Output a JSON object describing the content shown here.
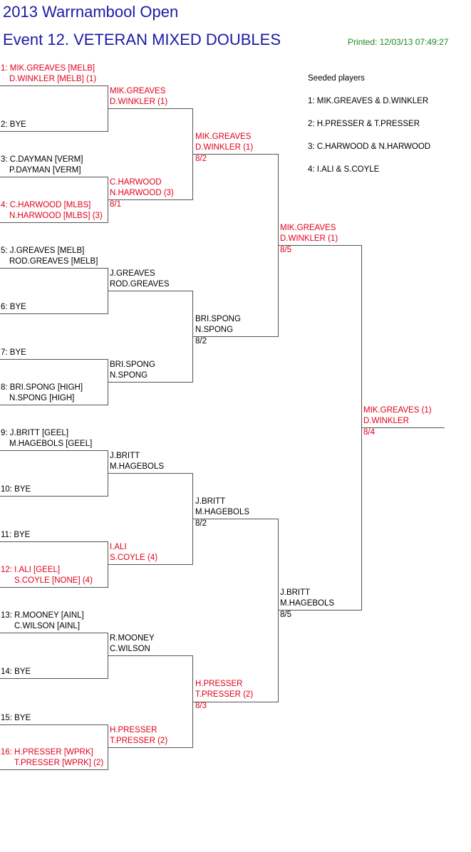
{
  "header": {
    "title": "2013 Warrnambool Open",
    "event": "Event 12. VETERAN MIXED DOUBLES",
    "printed": "Printed: 12/03/13 07:49:27"
  },
  "seeded": {
    "heading": "Seeded players",
    "list": [
      "1: MIK.GREAVES & D.WINKLER",
      "2: H.PRESSER & T.PRESSER",
      "3: C.HARWOOD & N.HARWOOD",
      "4: I.ALI & S.COYLE"
    ]
  },
  "round1": [
    {
      "line1": "1: MIK.GREAVES [MELB]",
      "line2": "D.WINKLER [MELB] (1)"
    },
    {
      "line1": "2: BYE",
      "line2": ""
    },
    {
      "line1": "3: C.DAYMAN [VERM]",
      "line2": "P.DAYMAN [VERM]"
    },
    {
      "line1": "4: C.HARWOOD [MLBS]",
      "line2": "N.HARWOOD [MLBS] (3)"
    },
    {
      "line1": "5: J.GREAVES [MELB]",
      "line2": "ROD.GREAVES [MELB]"
    },
    {
      "line1": "6: BYE",
      "line2": ""
    },
    {
      "line1": "7: BYE",
      "line2": ""
    },
    {
      "line1": "8: BRI.SPONG [HIGH]",
      "line2": "N.SPONG [HIGH]"
    },
    {
      "line1": "9: J.BRITT [GEEL]",
      "line2": "M.HAGEBOLS [GEEL]"
    },
    {
      "line1": "10: BYE",
      "line2": ""
    },
    {
      "line1": "11: BYE",
      "line2": ""
    },
    {
      "line1": "12: I.ALI [GEEL]",
      "line2": "S.COYLE [NONE] (4)"
    },
    {
      "line1": "13: R.MOONEY [AINL]",
      "line2": "C.WILSON [AINL]"
    },
    {
      "line1": "14: BYE",
      "line2": ""
    },
    {
      "line1": "15: BYE",
      "line2": ""
    },
    {
      "line1": "16: H.PRESSER [WPRK]",
      "line2": "T.PRESSER [WPRK] (2)"
    }
  ],
  "round2": [
    {
      "line1": "MIK.GREAVES",
      "line2": "D.WINKLER (1)",
      "score": ""
    },
    {
      "line1": "C.HARWOOD",
      "line2": "N.HARWOOD (3)",
      "score": "8/1"
    },
    {
      "line1": "J.GREAVES",
      "line2": "ROD.GREAVES",
      "score": ""
    },
    {
      "line1": "BRI.SPONG",
      "line2": "N.SPONG",
      "score": ""
    },
    {
      "line1": "J.BRITT",
      "line2": "M.HAGEBOLS",
      "score": ""
    },
    {
      "line1": "I.ALI",
      "line2": "S.COYLE (4)",
      "score": ""
    },
    {
      "line1": "R.MOONEY",
      "line2": "C.WILSON",
      "score": ""
    },
    {
      "line1": "H.PRESSER",
      "line2": "T.PRESSER (2)",
      "score": ""
    }
  ],
  "round3": [
    {
      "line1": "MIK.GREAVES",
      "line2": "D.WINKLER (1)",
      "score": "8/2"
    },
    {
      "line1": "BRI.SPONG",
      "line2": "N.SPONG",
      "score": "8/2"
    },
    {
      "line1": "J.BRITT",
      "line2": "M.HAGEBOLS",
      "score": "8/2"
    },
    {
      "line1": "H.PRESSER",
      "line2": "T.PRESSER (2)",
      "score": "8/3"
    }
  ],
  "semis": [
    {
      "line1": "MIK.GREAVES",
      "line2": "D.WINKLER (1)",
      "score": "8/5"
    },
    {
      "line1": "J.BRITT",
      "line2": "M.HAGEBOLS",
      "score": "8/5"
    }
  ],
  "final": {
    "line1": "MIK.GREAVES (1)",
    "line2": "D.WINKLER",
    "score": "8/4"
  }
}
